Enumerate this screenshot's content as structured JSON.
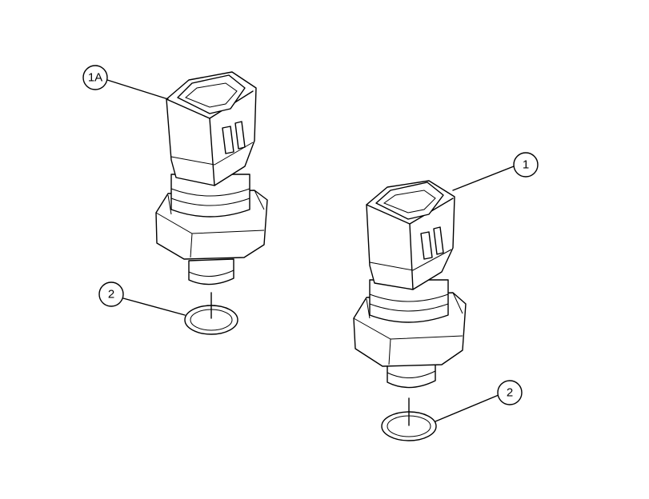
{
  "callouts": {
    "c1a": "1A",
    "c1": "1",
    "c2_left": "2",
    "c2_right": "2"
  },
  "colors": {
    "line": "#000000",
    "background": "#ffffff"
  }
}
